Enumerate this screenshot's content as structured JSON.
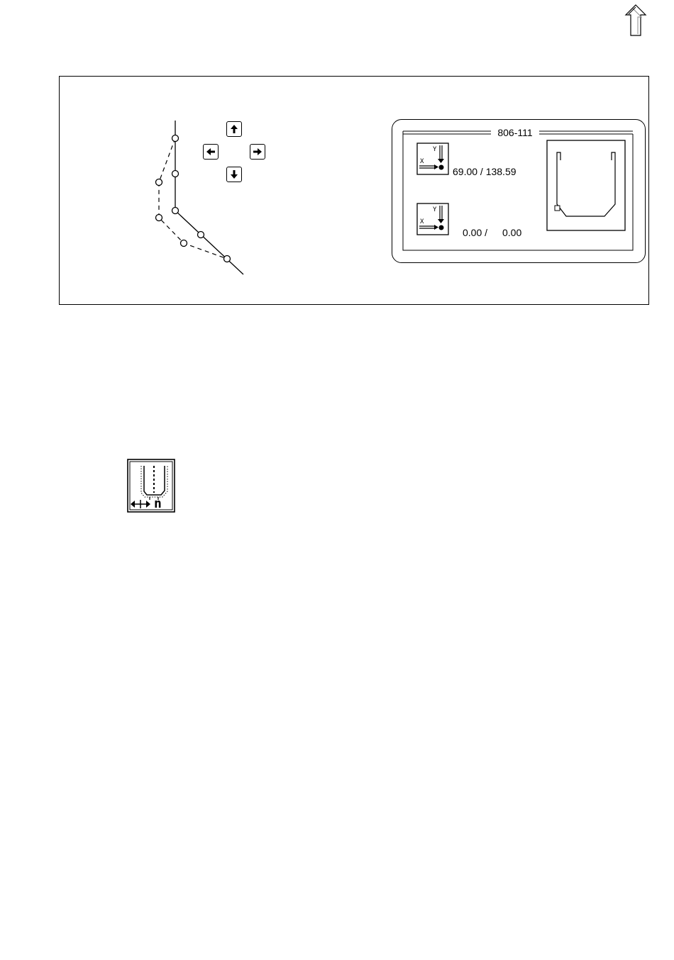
{
  "navigation": {
    "up_icon": "double-up-arrow-icon"
  },
  "figure": {
    "arrow_keys": {
      "up_icon": "arrow-up-icon",
      "left_icon": "arrow-left-icon",
      "right_icon": "arrow-right-icon",
      "down_icon": "arrow-down-icon"
    },
    "display": {
      "program_number": "806-111",
      "coord_icon": "xy-coordinate-icon",
      "readout_1": "69.00 / 138.59",
      "readout_2_x": "0.00 /",
      "readout_2_y": "0.00",
      "preview_icon": "pocket-outline-preview-icon"
    }
  },
  "pocket_key": {
    "icon": "pocket-width-key-icon",
    "letter": "n"
  }
}
